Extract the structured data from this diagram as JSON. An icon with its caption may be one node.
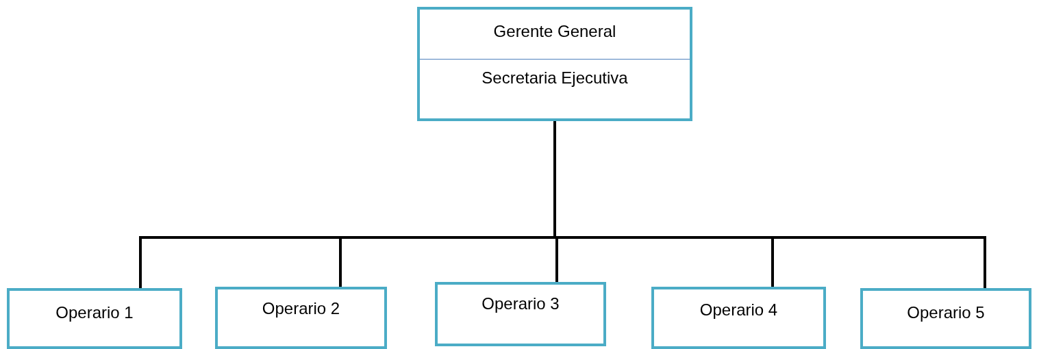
{
  "diagram": {
    "nodes": [
      {
        "text": [
          "Gerente General",
          "Secretaria Ejecutiva"
        ]
      },
      {
        "text": [
          "Operario 1"
        ]
      },
      {
        "text": [
          "Operario 2"
        ]
      },
      {
        "text": [
          "Operario 3"
        ]
      },
      {
        "text": [
          "Operario 4"
        ]
      },
      {
        "text": [
          "Operario 5"
        ]
      }
    ],
    "edges": [
      {
        "from": 0,
        "to": 1,
        "arrow": "none"
      },
      {
        "from": 0,
        "to": 2,
        "arrow": "none"
      },
      {
        "from": 0,
        "to": 3,
        "arrow": "none"
      },
      {
        "from": 0,
        "to": 4,
        "arrow": "none"
      },
      {
        "from": 0,
        "to": 5,
        "arrow": "none"
      }
    ]
  }
}
